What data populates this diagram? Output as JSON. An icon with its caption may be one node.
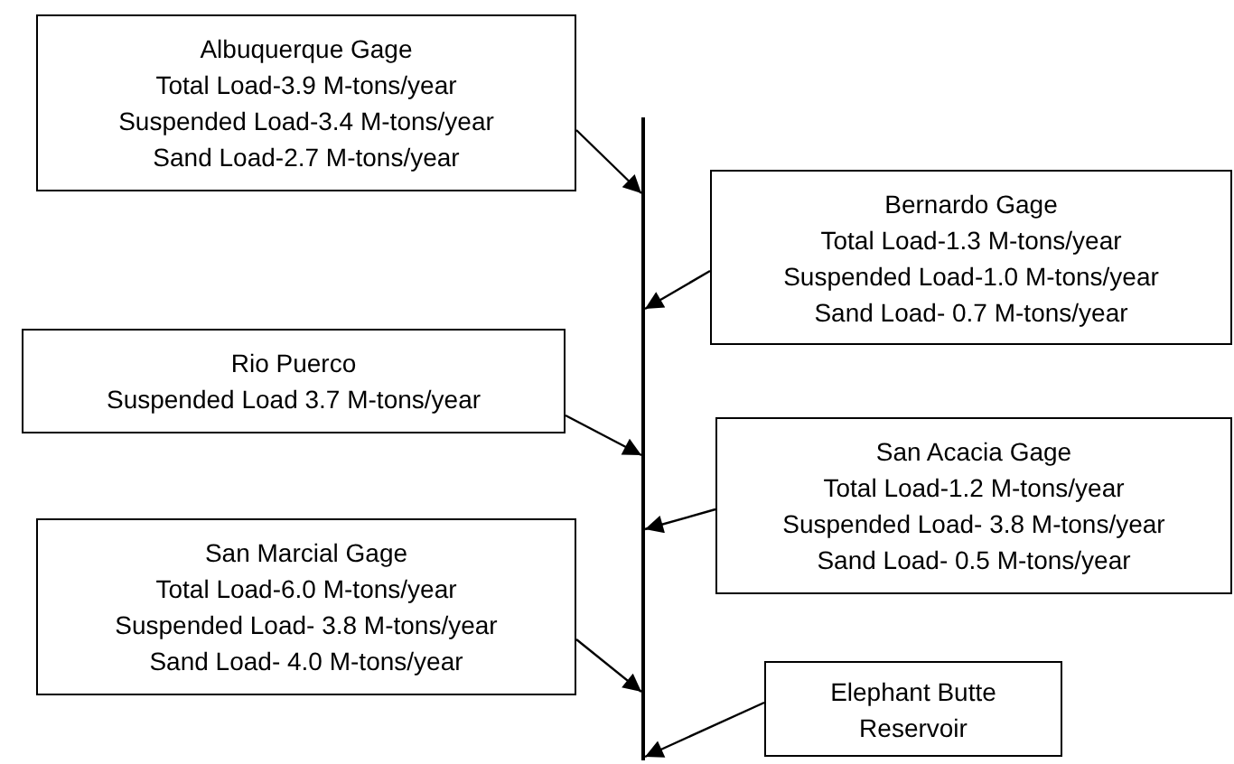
{
  "diagram": {
    "nodes": [
      {
        "text": [
          "Albuquerque Gage",
          "Total Load-3.9 M-tons/year",
          "Suspended Load-3.4 M-tons/year",
          "Sand Load-2.7 M-tons/year"
        ]
      },
      {
        "text": [
          "Bernardo Gage",
          "Total Load-1.3 M-tons/year",
          "Suspended Load-1.0 M-tons/year",
          "Sand Load- 0.7 M-tons/year"
        ]
      },
      {
        "text": [
          "Rio Puerco",
          "Suspended Load 3.7 M-tons/year"
        ]
      },
      {
        "text": [
          "San Acacia Gage",
          "Total Load-1.2 M-tons/year",
          "Suspended Load- 3.8 M-tons/year",
          "Sand Load- 0.5 M-tons/year"
        ]
      },
      {
        "text": [
          "San Marcial Gage",
          "Total Load-6.0 M-tons/year",
          "Suspended Load- 3.8 M-tons/year",
          "Sand Load- 4.0 M-tons/year"
        ]
      },
      {
        "text": [
          "Elephant Butte",
          "Reservoir"
        ]
      },
      {
        "text": [],
        "shape": "bar"
      }
    ],
    "edges": [
      {
        "from": 0,
        "to": 6,
        "arrow": "to"
      },
      {
        "from": 1,
        "to": 6,
        "arrow": "to"
      },
      {
        "from": 2,
        "to": 6,
        "arrow": "to"
      },
      {
        "from": 3,
        "to": 6,
        "arrow": "to"
      },
      {
        "from": 4,
        "to": 6,
        "arrow": "to"
      },
      {
        "from": 5,
        "to": 6,
        "arrow": "to"
      }
    ]
  }
}
